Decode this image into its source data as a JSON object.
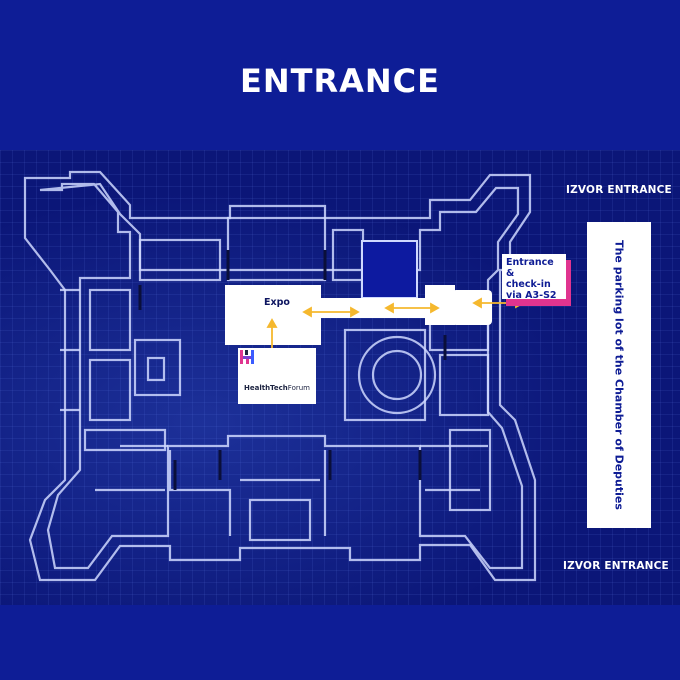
{
  "header": {
    "title": "ENTRANCE"
  },
  "map": {
    "izvor_top": "IZVOR ENTRANCE",
    "izvor_bottom": "IZVOR ENTRANCE",
    "parking_label": "The parking lot of the Chamber of Deputies",
    "callout": {
      "line1": "Entrance &",
      "line2": "check-in",
      "line3": "via A3-S2"
    },
    "expo_label": "Expo",
    "logo": {
      "brand_bold": "HealthTech",
      "brand_light": "Forum"
    }
  },
  "colors": {
    "background": "#0e1c94",
    "arrow": "#f5b82e",
    "callout_accent": "#e0348f",
    "walls": "#dfe6ff"
  }
}
